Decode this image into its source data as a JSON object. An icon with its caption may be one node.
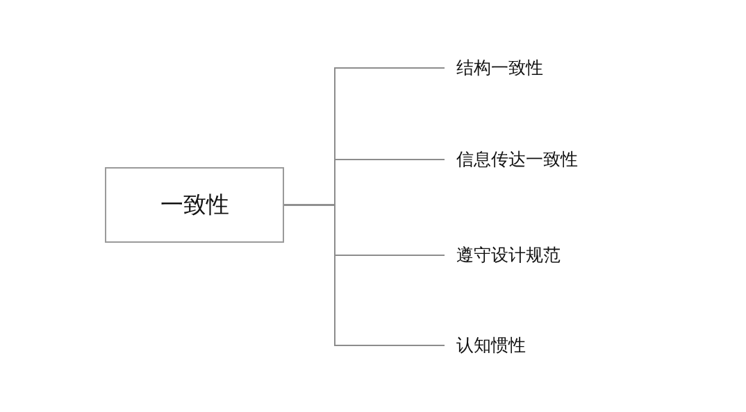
{
  "diagram": {
    "nodes": [
      {
        "text": [
          "一致性"
        ]
      },
      {
        "text": [
          "结构一致性"
        ]
      },
      {
        "text": [
          "信息传达一致性"
        ]
      },
      {
        "text": [
          "遵守设计规范"
        ]
      },
      {
        "text": [
          "认知惯性"
        ]
      }
    ],
    "edges": [
      {
        "from": 0,
        "to": 1,
        "arrow": "none"
      },
      {
        "from": 0,
        "to": 2,
        "arrow": "none"
      },
      {
        "from": 0,
        "to": 3,
        "arrow": "none"
      },
      {
        "from": 0,
        "to": 4,
        "arrow": "none"
      }
    ]
  }
}
